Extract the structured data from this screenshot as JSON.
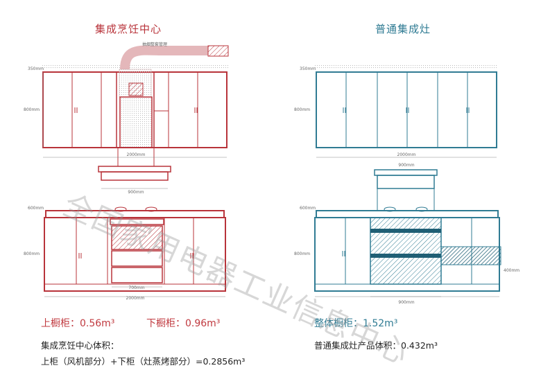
{
  "titles": {
    "left": "集成烹饪中心",
    "right": "普通集成灶"
  },
  "colors": {
    "left_accent": "#b8333a",
    "right_accent": "#2f7b93"
  },
  "dims": {
    "h350": "350mm",
    "h800": "800mm",
    "h600": "600mm",
    "w2000": "2000mm",
    "w900": "900mm",
    "w700": "700mm",
    "h400": "400mm",
    "duct_label": "抽烟整套管理"
  },
  "volumes": {
    "upper_label": "上橱柜：",
    "upper_value": "0.56m³",
    "lower_label": "下橱柜：",
    "lower_value": "0.96m³",
    "whole_label": "整体橱柜：",
    "whole_value": "1.52m³"
  },
  "notes": {
    "center_title": "集成烹饪中心体积：",
    "center_formula": "上柜（风机部分）+下柜（灶蒸烤部分）=0.2856m³",
    "stove_volume": "普通集成灶产品体积：0.432m³"
  },
  "watermark": "全国家用电器工业信息中心"
}
